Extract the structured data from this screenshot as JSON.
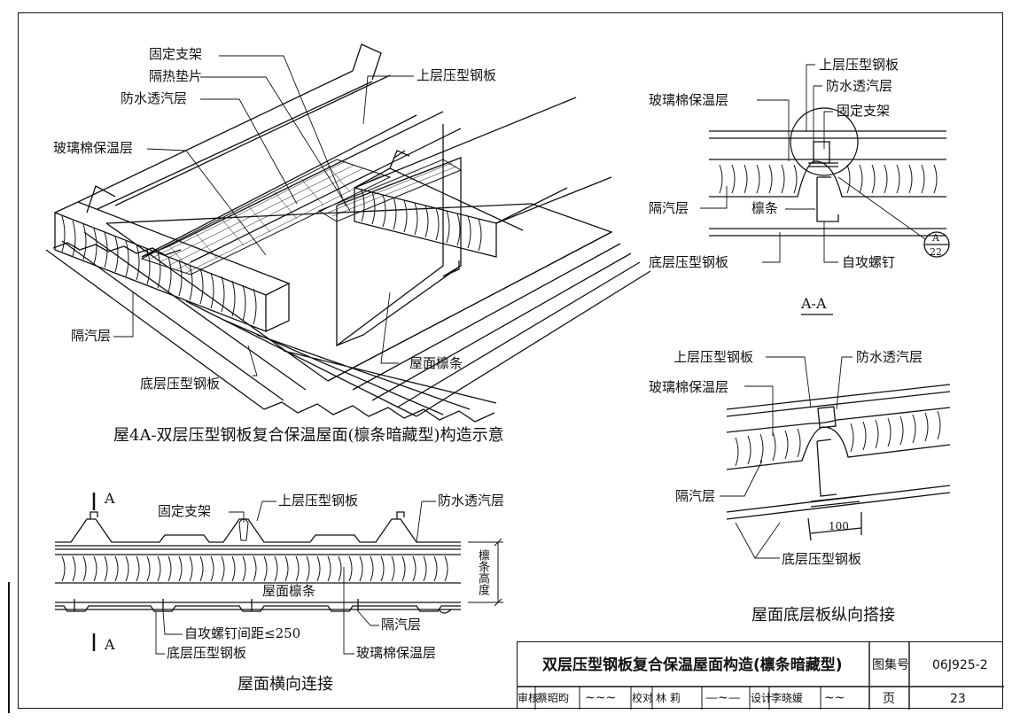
{
  "main_drawing": {
    "labels": {
      "bracket": "固定支架",
      "pad": "隔热垫片",
      "membrane": "防水透汽层",
      "upper_panel": "上层压型钢板",
      "insulation": "玻璃棉保温层",
      "vapor_barrier": "隔汽层",
      "lower_panel": "底层压型钢板",
      "purlin": "屋面檩条"
    },
    "caption": "屋4A-双层压型钢板复合保温屋面(檩条暗藏型)构造示意"
  },
  "section_aa": {
    "labels": {
      "upper_panel": "上层压型钢板",
      "insulation": "玻璃棉保温层",
      "membrane": "防水透汽层",
      "bracket": "固定支架",
      "vapor_barrier": "隔汽层",
      "purlin": "檩条",
      "lower_panel": "底层压型钢板",
      "screw": "自攻螺钉"
    },
    "detail_ref_top": "A",
    "detail_ref_bottom": "22",
    "caption": "A-A"
  },
  "lap_detail": {
    "labels": {
      "upper_panel": "上层压型钢板",
      "membrane": "防水透汽层",
      "insulation": "玻璃棉保温层",
      "vapor_barrier": "隔汽层",
      "lower_panel": "底层压型钢板"
    },
    "dimension": "100",
    "caption": "屋面底层板纵向搭接"
  },
  "transverse": {
    "labels": {
      "bracket": "固定支架",
      "upper_panel": "上层压型钢板",
      "membrane": "防水透汽层",
      "purlin_height": "檩条高度",
      "purlin": "屋面檩条",
      "screw_spacing": "自攻螺钉间距≤250",
      "vapor_barrier": "隔汽层",
      "lower_panel": "底层压型钢板",
      "insulation": "玻璃棉保温层"
    },
    "section_mark_top": "A",
    "section_mark_bottom": "A",
    "caption": "屋面横向连接"
  },
  "title_block": {
    "title": "双层压型钢板复合保温屋面构造(檩条暗藏型)",
    "atlas_label": "图集号",
    "atlas_no": "06J925-2",
    "review_label": "审核",
    "reviewer": "蔡昭昀",
    "check_label": "校对",
    "checker": "林  莉",
    "design_label": "设计",
    "designer": "李晓媛",
    "page_label": "页",
    "page_no": "23"
  }
}
